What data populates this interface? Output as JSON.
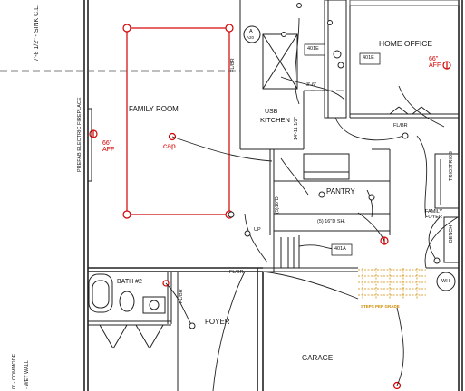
{
  "colors": {
    "line": "#222222",
    "light": "#9a9a9a",
    "red": "#d40000",
    "orange": "#d08a00"
  },
  "labels": {
    "sink_cl": "7'-8 1/2\" - SINK C.L.",
    "home_office": "HOME OFFICE",
    "family_room": "FAMILY ROOM",
    "fireplace": "PREFAB ELECTRIC FIREPLACE",
    "aff_66_left": "66\"\nAFF",
    "aff_66_right": "66\"\nAFF",
    "cap": "cap",
    "usb": "USB",
    "kitchen": "KITCHEN",
    "fl_br_top": "FL/BR",
    "fl_br_mid": "FL/BR",
    "fl_br_bath": "FL/BR",
    "fl_br_gar": "FL/BR",
    "dim_14": "14'-11 1/2\"",
    "dim_3_6": "3'-6\"",
    "tag_401e_k": "401E",
    "tag_401e_o": "401E",
    "tag_401a": "401A",
    "tag_a": "A",
    "tag_a20": "A20",
    "pantry": "PANTRY",
    "shelf": "(5) 16\"D SH.",
    "shelf_vert": "(5)16\"D",
    "trios": "TRIOS",
    "trios2": "TRIOS",
    "family_foyer": "FAMILY\nFOYER",
    "bench": "BENCH",
    "up": "UP",
    "bath2": "BATH #2",
    "foyer": "FOYER",
    "garage": "GARAGE",
    "steps_per_grade": "STEPS PER GRADE",
    "wh": "WH",
    "commode": "0\" - COMMODE",
    "wet_wall": "- WET WALL"
  }
}
